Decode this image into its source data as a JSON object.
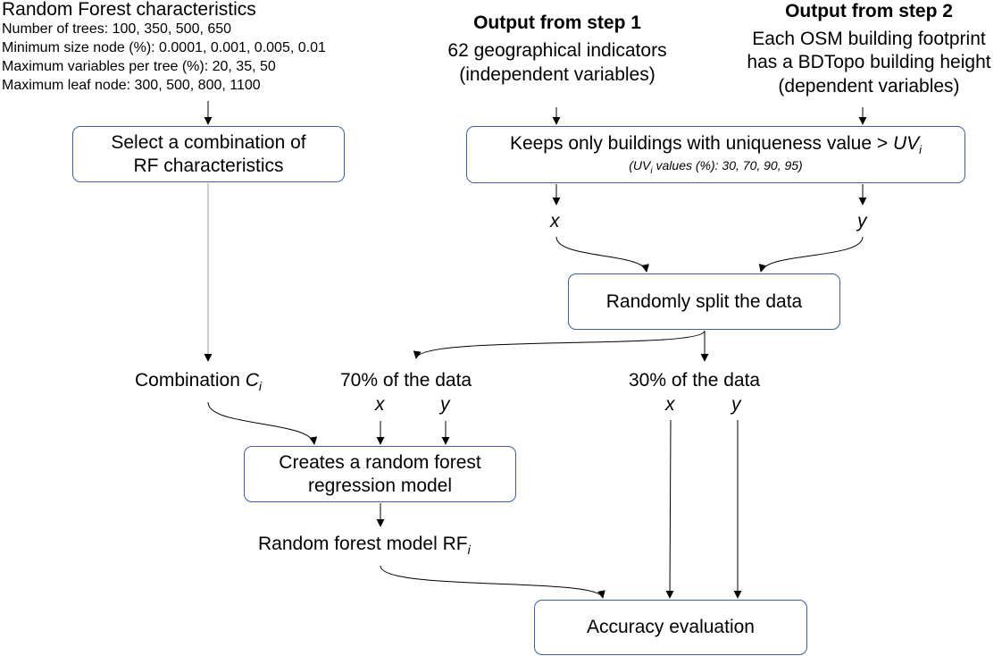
{
  "rf_panel": {
    "title": "Random Forest characteristics",
    "lines": [
      "Number of trees: 100, 350, 500, 650",
      "Minimum size node (%): 0.0001, 0.001, 0.005, 0.01",
      "Maximum variables per tree (%): 20, 35, 50",
      "Maximum leaf node: 300, 500, 800, 1100"
    ]
  },
  "step1": {
    "title": "Output from step 1",
    "line1": "62 geographical indicators",
    "line2": "(independent variables)"
  },
  "step2": {
    "title": "Output from step 2",
    "line1": "Each OSM building footprint",
    "line2": "has a BDTopo building height",
    "line3": "(dependent variables)"
  },
  "boxes": {
    "select_line1": "Select a combination of",
    "select_line2": "RF characteristics",
    "keeps_main": "Keeps only buildings with uniqueness value > ",
    "keeps_var": "UV",
    "keeps_sub_i": "i",
    "keeps_note_pre": "(UV",
    "keeps_note_sub": "i",
    "keeps_note_post": " values (%): 30, 70, 90, 95)",
    "split": "Randomly split the data",
    "create_line1": "Creates a random forest",
    "create_line2": "regression model",
    "accuracy": "Accuracy evaluation"
  },
  "labels": {
    "x_top": "x",
    "y_top": "y",
    "combination": "Combination ",
    "combination_var": "C",
    "combination_sub": "i",
    "seventy": "70% of the data",
    "thirty": "30% of the data",
    "x70": "x",
    "y70": "y",
    "x30": "x",
    "y30": "y",
    "rf_model": "Random forest model RF",
    "rf_model_sub": "i"
  }
}
